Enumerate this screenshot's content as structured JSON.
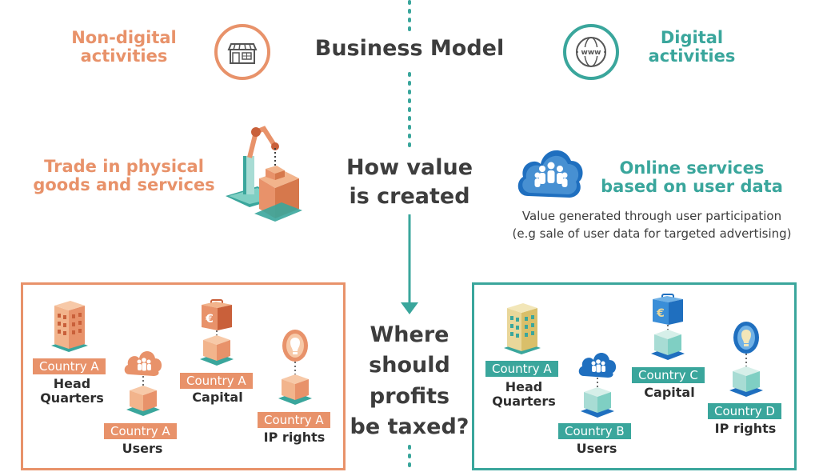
{
  "header": {
    "title": "Business Model",
    "left_label": "Non-digital\nactivities",
    "right_label": "Digital\nactivities",
    "left_icon": "shop-icon",
    "right_icon": "www-globe-icon"
  },
  "value_row": {
    "center": "How value\nis created",
    "left_title": "Trade in physical\ngoods and services",
    "right_title": "Online services\nbased on user data",
    "right_desc": "Value generated through user participation\n(e.g sale of user data for targeted advertising)"
  },
  "tax_question": "Where\nshould\nprofits\nbe taxed?",
  "left_panel": {
    "items": [
      {
        "tag": "Country A",
        "label": "Head\nQuarters",
        "icon": "building-icon"
      },
      {
        "tag": "Country A",
        "label": "Users",
        "icon": "users-cloud-icon"
      },
      {
        "tag": "Country A",
        "label": "Capital",
        "icon": "euro-bag-icon"
      },
      {
        "tag": "Country A",
        "label": "IP rights",
        "icon": "lightbulb-icon"
      }
    ]
  },
  "right_panel": {
    "items": [
      {
        "tag": "Country A",
        "label": "Head\nQuarters",
        "icon": "building-icon"
      },
      {
        "tag": "Country B",
        "label": "Users",
        "icon": "users-cloud-icon"
      },
      {
        "tag": "Country C",
        "label": "Capital",
        "icon": "euro-bag-icon"
      },
      {
        "tag": "Country D",
        "label": "IP rights",
        "icon": "lightbulb-icon"
      }
    ]
  },
  "colors": {
    "orange": "#e8926a",
    "teal": "#3aa69c",
    "blue": "#1f6fbf",
    "text": "#3d3d3d"
  }
}
